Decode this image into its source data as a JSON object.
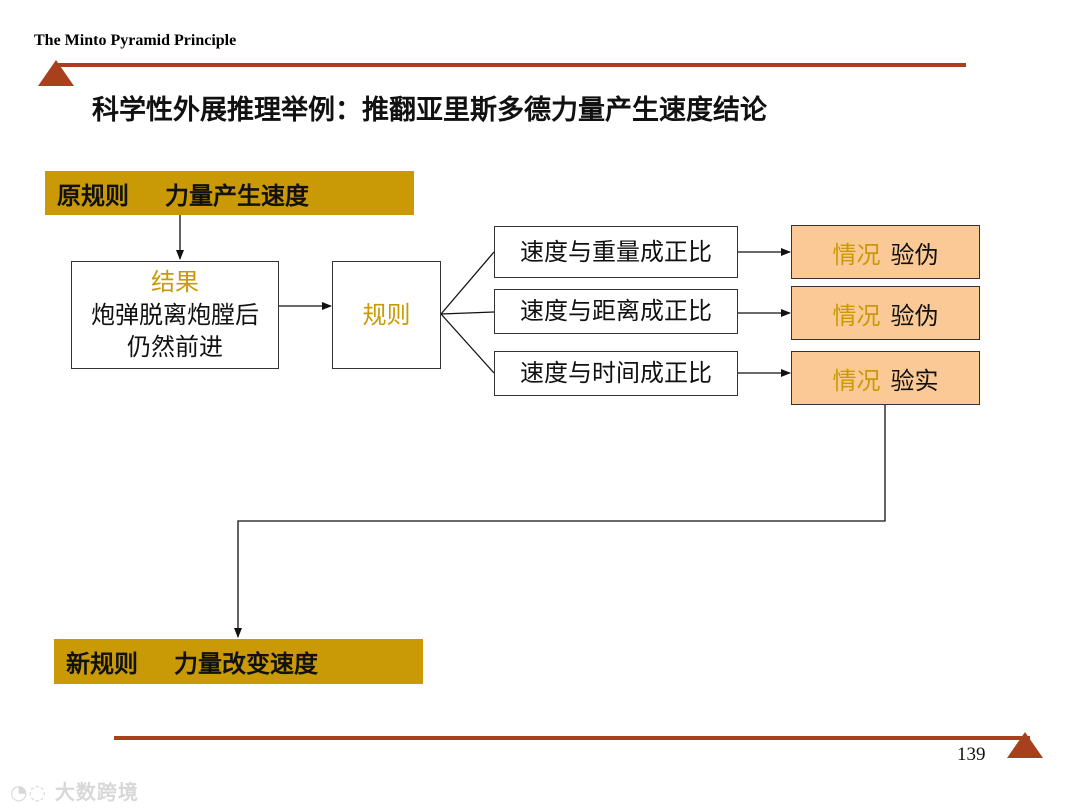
{
  "header": {
    "brand": "The Minto Pyramid Principle"
  },
  "title": "科学性外展推理举例：推翻亚里斯多德力量产生速度结论",
  "original_rule": {
    "label": "原规则",
    "text": "力量产生速度"
  },
  "result_box": {
    "label": "结果",
    "line1": "炮弹脱离炮膛后",
    "line2": "仍然前进"
  },
  "rule_box": {
    "label": "规则"
  },
  "hypotheses": [
    {
      "text": "速度与重量成正比",
      "outcome_prefix": "情况",
      "outcome": "验伪"
    },
    {
      "text": "速度与距离成正比",
      "outcome_prefix": "情况",
      "outcome": "验伪"
    },
    {
      "text": "速度与时间成正比",
      "outcome_prefix": "情况",
      "outcome": "验实"
    }
  ],
  "new_rule": {
    "label": "新规则",
    "text": "力量改变速度"
  },
  "footer": {
    "page_number": "139",
    "watermark": "大数跨境"
  },
  "colors": {
    "accent_rule": "#a8401e",
    "gold_bar": "#c99a05",
    "outcome_fill": "#fbc996",
    "gold_text": "#c99a05"
  }
}
